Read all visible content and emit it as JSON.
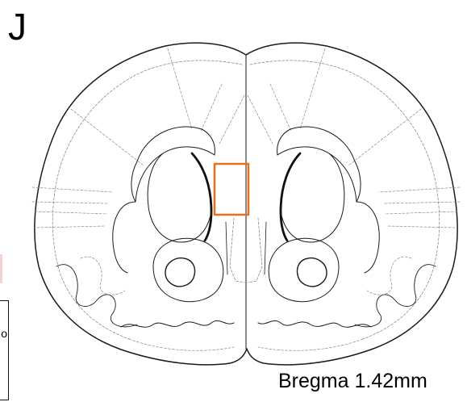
{
  "panel_label": "J",
  "caption": "Bregma 1.42mm",
  "clipped_fragment_text": "o",
  "colors": {
    "outline": "#1a1a1a",
    "dashed_region_lines": "#8a8a8a",
    "highlight_box": "#e8711f",
    "clipped_red_mark": "#f2d3d3"
  }
}
